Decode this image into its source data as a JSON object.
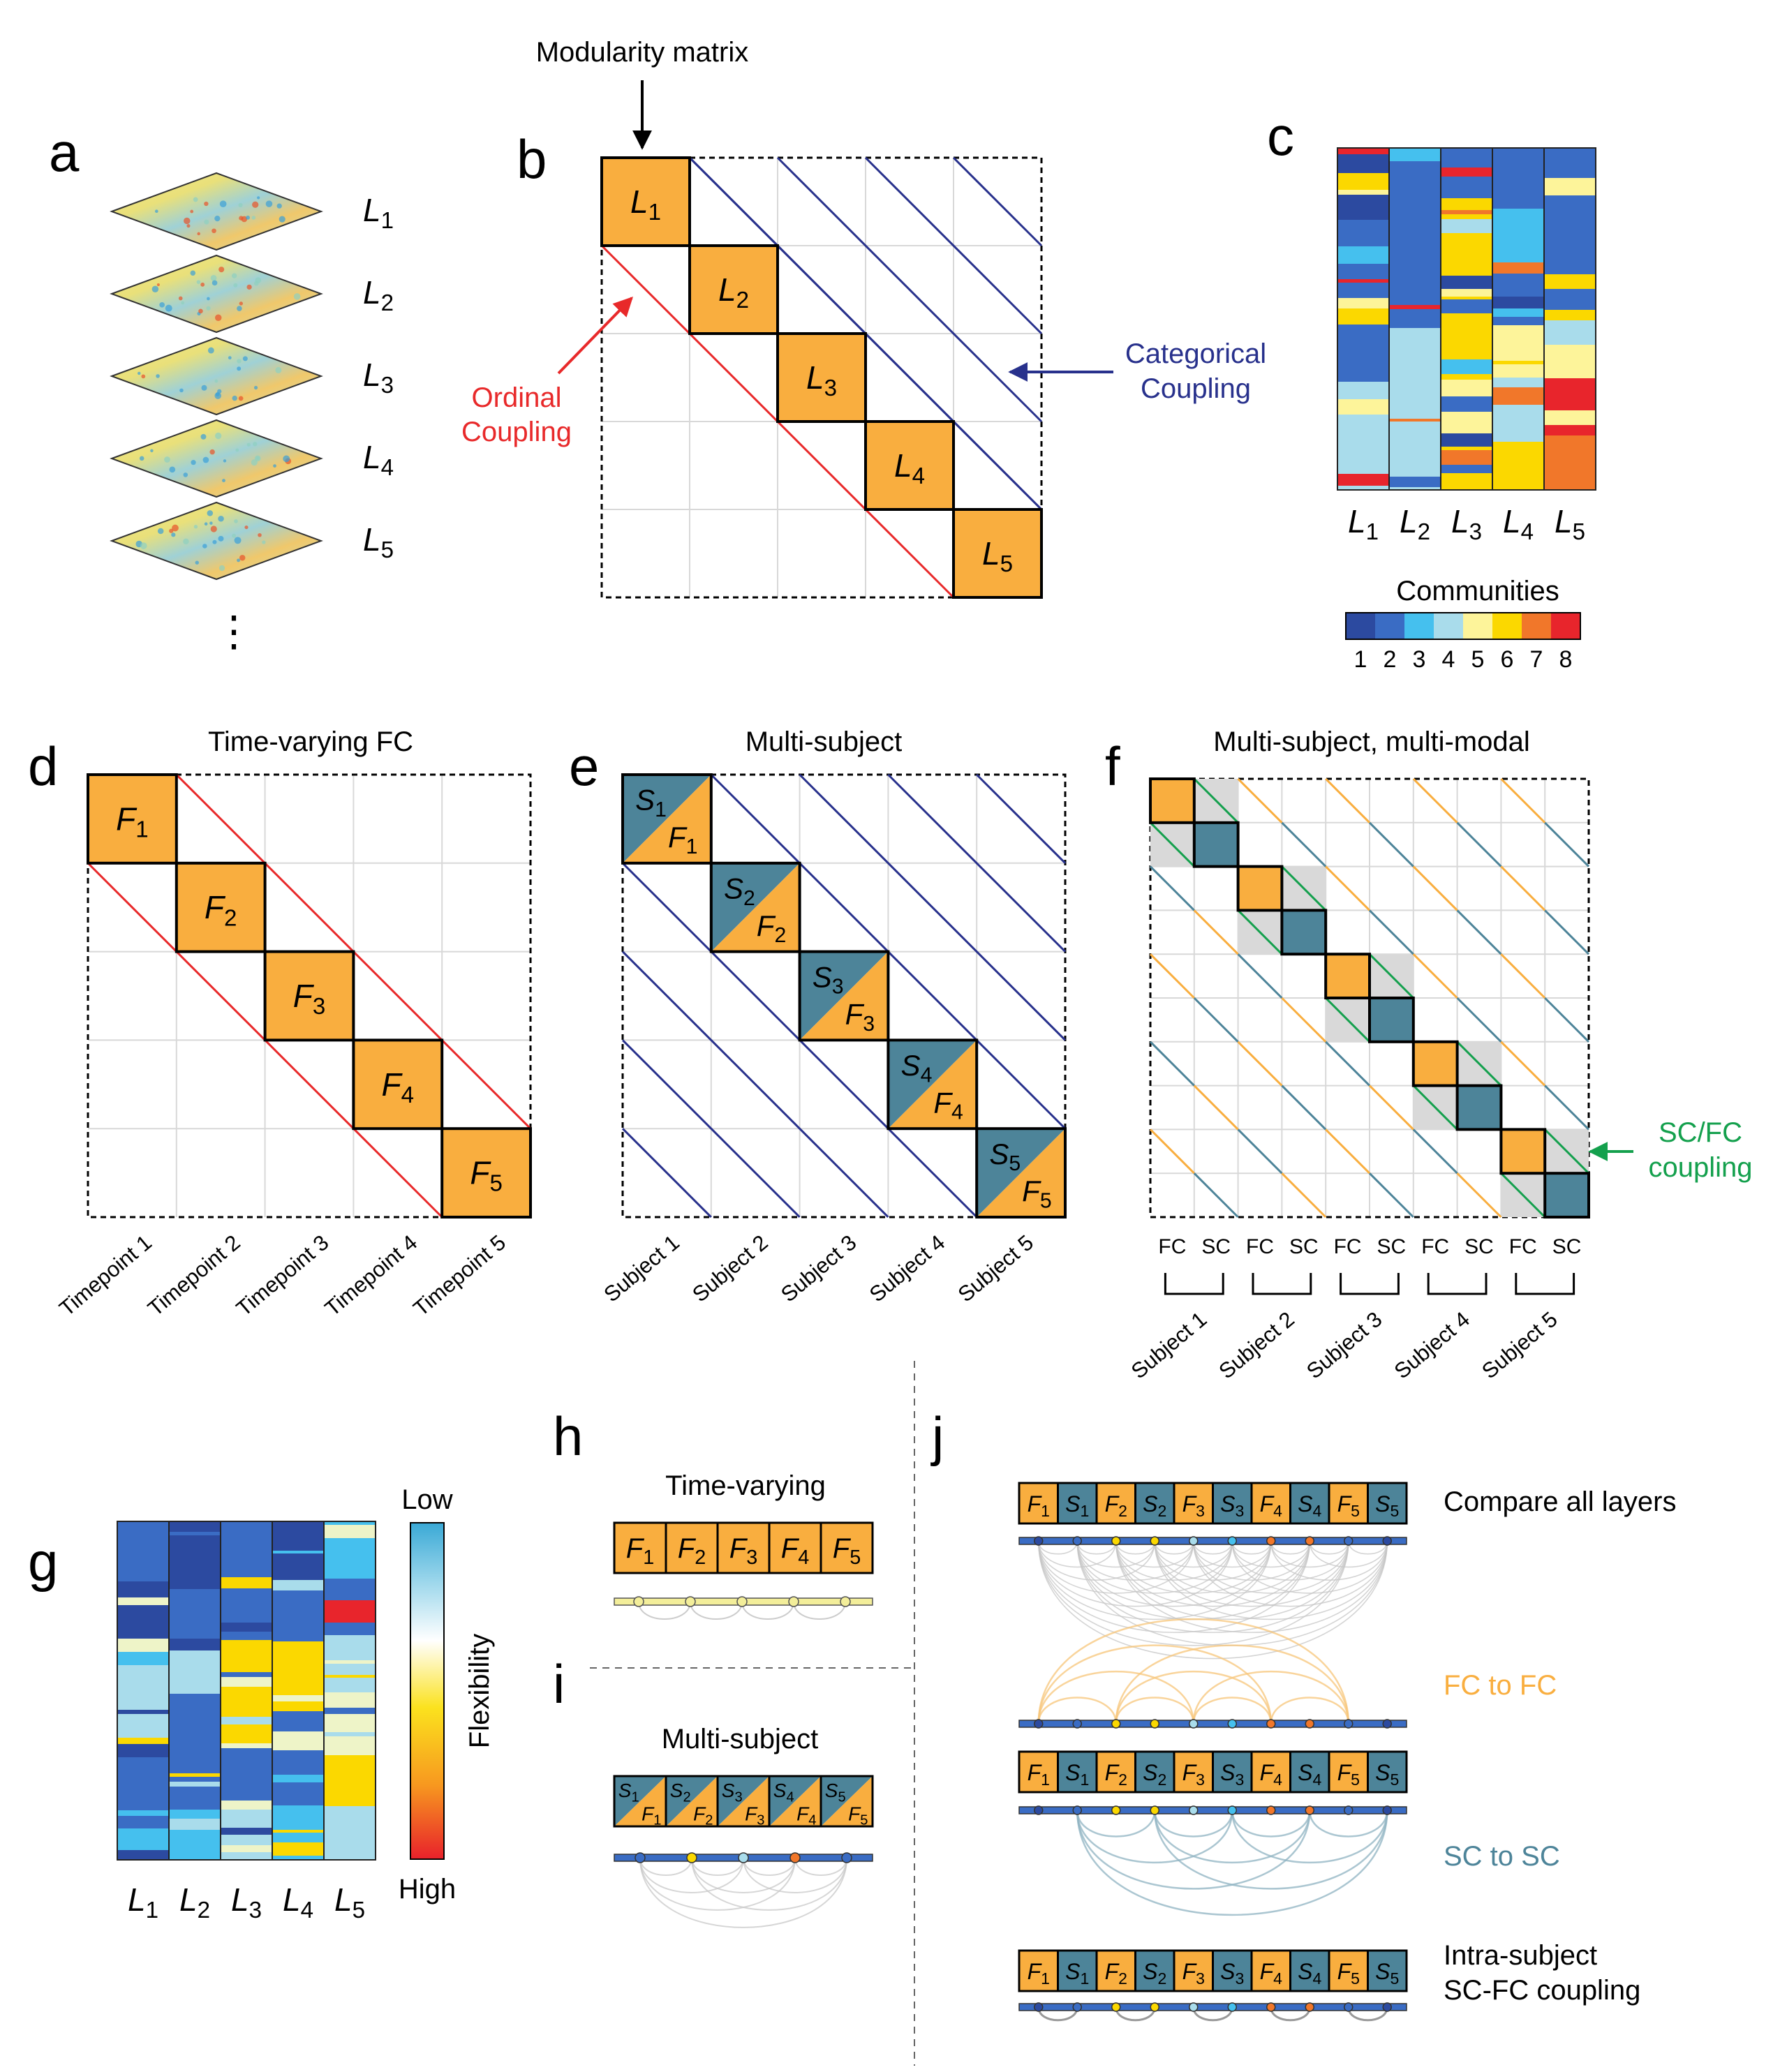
{
  "panels": {
    "a": {
      "label": "a",
      "layers": [
        "L1",
        "L2",
        "L3",
        "L4",
        "L5"
      ],
      "ellipsis": "⋮"
    },
    "b": {
      "label": "b",
      "header": "Modularity matrix",
      "blocks": [
        "L1",
        "L2",
        "L3",
        "L4",
        "L5"
      ],
      "ordinal_line1": "Ordinal",
      "ordinal_line2": "Coupling",
      "categorical_line1": "Categorical",
      "categorical_line2": "Coupling"
    },
    "c": {
      "label": "c",
      "columns": [
        "L1",
        "L2",
        "L3",
        "L4",
        "L5"
      ],
      "legend_title": "Communities",
      "legend_ticks": [
        "1",
        "2",
        "3",
        "4",
        "5",
        "6",
        "7",
        "8"
      ]
    },
    "d": {
      "label": "d",
      "title": "Time-varying FC",
      "blocks": [
        "F1",
        "F2",
        "F3",
        "F4",
        "F5"
      ],
      "ticks": [
        "Timepoint 1",
        "Timepoint 2",
        "Timepoint 3",
        "Timepoint 4",
        "Timepoint 5"
      ]
    },
    "e": {
      "label": "e",
      "title": "Multi-subject",
      "blocks_s": [
        "S1",
        "S2",
        "S3",
        "S4",
        "S5"
      ],
      "blocks_f": [
        "F1",
        "F2",
        "F3",
        "F4",
        "F5"
      ],
      "ticks": [
        "Subject 1",
        "Subject 2",
        "Subject 3",
        "Subject 4",
        "Subject 5"
      ]
    },
    "f": {
      "label": "f",
      "title": "Multi-subject, multi-modal",
      "fc": "FC",
      "sc": "SC",
      "coupling_line1": "SC/FC",
      "coupling_line2": "coupling",
      "ticks": [
        "Subject 1",
        "Subject 2",
        "Subject 3",
        "Subject 4",
        "Subject 5"
      ]
    },
    "g": {
      "label": "g",
      "columns": [
        "L1",
        "L2",
        "L3",
        "L4",
        "L5"
      ],
      "colorbar_low": "Low",
      "colorbar_high": "High",
      "colorbar_label": "Flexibility"
    },
    "h": {
      "label": "h",
      "title": "Time-varying",
      "cells": [
        "F1",
        "F2",
        "F3",
        "F4",
        "F5"
      ]
    },
    "i": {
      "label": "i",
      "title": "Multi-subject"
    },
    "j": {
      "label": "j",
      "row_labels": [
        "Compare all layers",
        "FC to FC",
        "SC to SC",
        "Intra-subject",
        "SC-FC coupling"
      ]
    }
  },
  "colors": {
    "orange": "#f9ae3f",
    "teal": "#4d8499",
    "navy": "#28318c",
    "red": "#e8292a",
    "green": "#14a04d",
    "grey_fill": "#d9d9d9",
    "fc_arc": "#f7c67a",
    "sc_arc": "#8fb3c2"
  },
  "community_colors": [
    "#2c4aa0",
    "#3a6cc4",
    "#45c0ee",
    "#a9dceb",
    "#fdf49a",
    "#fbd800",
    "#f1772a",
    "#e8252c"
  ]
}
